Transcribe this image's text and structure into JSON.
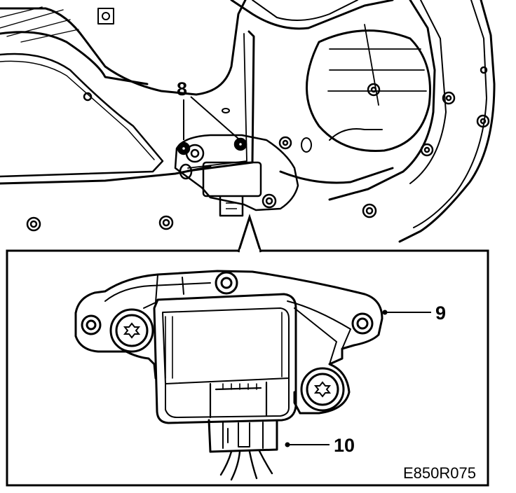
{
  "callouts": {
    "fasteners": "8",
    "module": "9",
    "connector": "10"
  },
  "figure_id": "E850R075",
  "colors": {
    "line": "#000000",
    "background": "#ffffff"
  }
}
